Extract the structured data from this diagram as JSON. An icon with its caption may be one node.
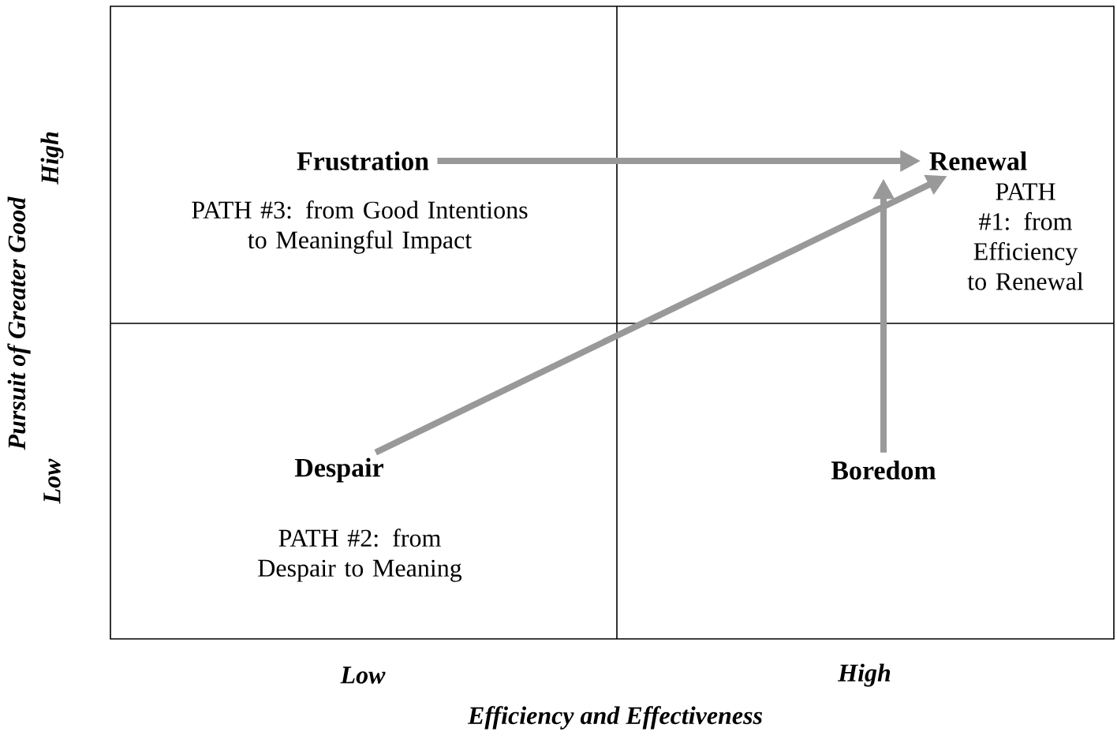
{
  "diagram": {
    "nodes": [
      {
        "text": [
          "Frustration"
        ]
      },
      {
        "text": [
          "Renewal"
        ]
      },
      {
        "text": [
          "Despair"
        ]
      },
      {
        "text": [
          "Boredom"
        ]
      }
    ],
    "edges": [
      {
        "from": 0,
        "to": 1,
        "arrow": "to"
      },
      {
        "from": 2,
        "to": 1,
        "arrow": "to"
      },
      {
        "from": 3,
        "to": 1,
        "arrow": "to"
      }
    ],
    "labels": [
      "High",
      "Low",
      "Pursuit of Greater Good",
      "PATH #3: from Good Intentions to Meaningful Impact",
      "PATH #1: from Efficiency to Renewal",
      "PATH #2: from Despair to Meaning",
      "Low",
      "High",
      "Efficiency and Effectiveness"
    ]
  }
}
